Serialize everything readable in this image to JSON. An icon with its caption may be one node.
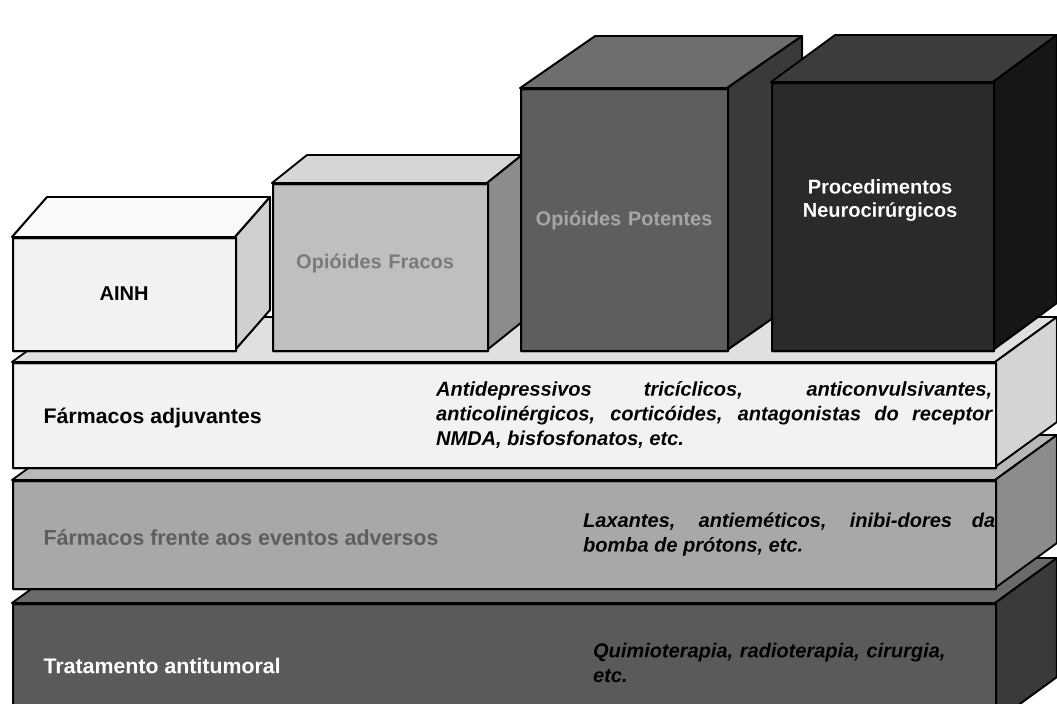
{
  "diagram": {
    "nodes": [
      {
        "text": [
          "AINH"
        ]
      },
      {
        "text": [
          "Opióides Fracos"
        ]
      },
      {
        "text": [
          "Opióides Potentes"
        ]
      },
      {
        "text": [
          "Procedimentos Neurocirúrgicos"
        ]
      },
      {
        "text": [
          "Fármacos adjuvantes",
          "Antidepressivos tricíclicos, anticonvulsivantes, anticolinérgicos, corticóides, antagonistas do receptor NMDA, bisfosfonatos, etc."
        ]
      },
      {
        "text": [
          "Fármacos frente aos eventos adversos",
          "Laxantes, antieméticos, inibi-dores da bomba de prótons, etc."
        ]
      },
      {
        "text": [
          "Tratamento antitumoral",
          "Quimioterapia, radioterapia, cirurgia, etc."
        ]
      }
    ]
  }
}
